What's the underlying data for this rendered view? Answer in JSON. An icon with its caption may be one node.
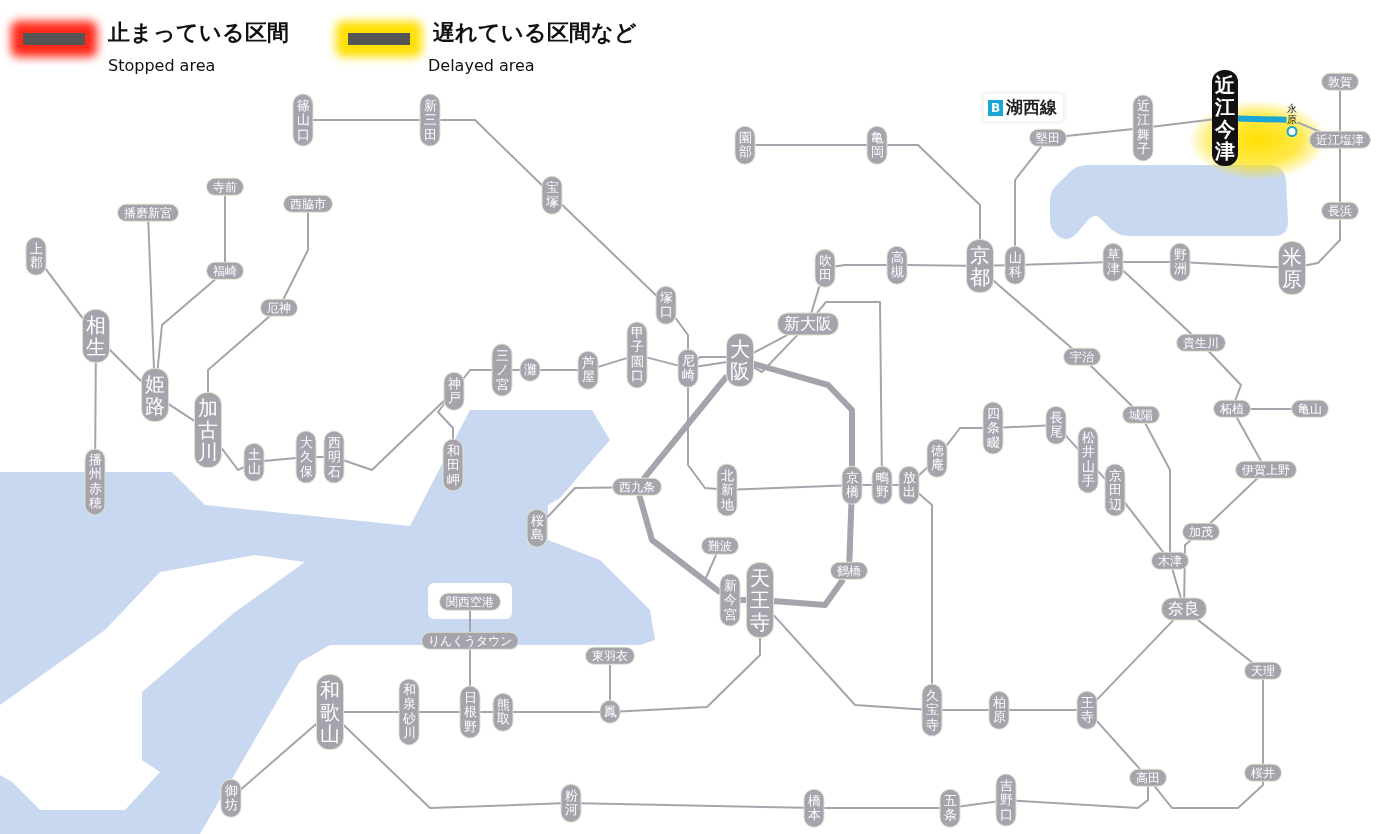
{
  "diagram": {
    "nodes": [
      {
        "text": [
          "篠山口"
        ]
      },
      {
        "text": [
          "新三田"
        ]
      },
      {
        "text": [
          "宝塚"
        ]
      },
      {
        "text": [
          "園部"
        ]
      },
      {
        "text": [
          "亀岡"
        ]
      },
      {
        "text": [
          "堅田"
        ]
      },
      {
        "text": [
          "近江舞子"
        ]
      },
      {
        "text": [
          "近江今津"
        ]
      },
      {
        "text": [
          "永原"
        ]
      },
      {
        "text": [
          "近江塩津"
        ]
      },
      {
        "text": [
          "敦賀"
        ]
      },
      {
        "text": [
          "長浜"
        ]
      },
      {
        "text": [
          "寺前"
        ]
      },
      {
        "text": [
          "播磨新宮"
        ]
      },
      {
        "text": [
          "西脇市"
        ]
      },
      {
        "text": [
          "上郡"
        ]
      },
      {
        "text": [
          "福崎"
        ]
      },
      {
        "text": [
          "吹田"
        ]
      },
      {
        "text": [
          "高槻"
        ]
      },
      {
        "text": [
          "京都"
        ]
      },
      {
        "text": [
          "山科"
        ]
      },
      {
        "text": [
          "草津"
        ]
      },
      {
        "text": [
          "野洲"
        ]
      },
      {
        "text": [
          "米原"
        ]
      },
      {
        "text": [
          "塚口"
        ]
      },
      {
        "text": [
          "厄神"
        ]
      },
      {
        "text": [
          "新大阪"
        ]
      },
      {
        "text": [
          "相生"
        ]
      },
      {
        "text": [
          "宇治"
        ]
      },
      {
        "text": [
          "貴生川"
        ]
      },
      {
        "text": [
          "三ノ宮"
        ]
      },
      {
        "text": [
          "灘"
        ]
      },
      {
        "text": [
          "芦屋"
        ]
      },
      {
        "text": [
          "甲子園口"
        ]
      },
      {
        "text": [
          "尼崎"
        ]
      },
      {
        "text": [
          "大阪"
        ]
      },
      {
        "text": [
          "神戸"
        ]
      },
      {
        "text": [
          "姫路"
        ]
      },
      {
        "text": [
          "加古川"
        ]
      },
      {
        "text": [
          "四条畷"
        ]
      },
      {
        "text": [
          "長尾"
        ]
      },
      {
        "text": [
          "城陽"
        ]
      },
      {
        "text": [
          "柘植"
        ]
      },
      {
        "text": [
          "亀山"
        ]
      },
      {
        "text": [
          "松井山手"
        ]
      },
      {
        "text": [
          "徳庵"
        ]
      },
      {
        "text": [
          "京田辺"
        ]
      },
      {
        "text": [
          "播州赤穂"
        ]
      },
      {
        "text": [
          "和田岬"
        ]
      },
      {
        "text": [
          "土山"
        ]
      },
      {
        "text": [
          "大久保"
        ]
      },
      {
        "text": [
          "西明石"
        ]
      },
      {
        "text": [
          "北新地"
        ]
      },
      {
        "text": [
          "京橋"
        ]
      },
      {
        "text": [
          "鴫野"
        ]
      },
      {
        "text": [
          "放出"
        ]
      },
      {
        "text": [
          "伊賀上野"
        ]
      },
      {
        "text": [
          "西九条"
        ]
      },
      {
        "text": [
          "桜島"
        ]
      },
      {
        "text": [
          "加茂"
        ]
      },
      {
        "text": [
          "難波"
        ]
      },
      {
        "text": [
          "木津"
        ]
      },
      {
        "text": [
          "鶴橋"
        ]
      },
      {
        "text": [
          "新今宮"
        ]
      },
      {
        "text": [
          "天王寺"
        ]
      },
      {
        "text": [
          "奈良"
        ]
      },
      {
        "text": [
          "関西空港"
        ]
      },
      {
        "text": [
          "りんくうタウン"
        ]
      },
      {
        "text": [
          "東羽衣"
        ]
      },
      {
        "text": [
          "天理"
        ]
      },
      {
        "text": [
          "和歌山"
        ]
      },
      {
        "text": [
          "和泉砂川"
        ]
      },
      {
        "text": [
          "日根野"
        ]
      },
      {
        "text": [
          "熊取"
        ]
      },
      {
        "text": [
          "鳳"
        ]
      },
      {
        "text": [
          "久宝寺"
        ]
      },
      {
        "text": [
          "柏原"
        ]
      },
      {
        "text": [
          "王寺"
        ]
      },
      {
        "text": [
          "高田"
        ]
      },
      {
        "text": [
          "桜井"
        ]
      },
      {
        "text": [
          "御坊"
        ]
      },
      {
        "text": [
          "粉河"
        ]
      },
      {
        "text": [
          "橋本"
        ]
      },
      {
        "text": [
          "五条"
        ]
      },
      {
        "text": [
          "吉野口"
        ]
      }
    ],
    "edges": [
      {
        "from": 0,
        "to": 1,
        "arrow": "none"
      },
      {
        "from": 1,
        "to": 2,
        "arrow": "none"
      },
      {
        "from": 2,
        "to": 24,
        "arrow": "none"
      },
      {
        "from": 24,
        "to": 34,
        "arrow": "none"
      },
      {
        "from": 3,
        "to": 4,
        "arrow": "none"
      },
      {
        "from": 4,
        "to": 19,
        "arrow": "none"
      },
      {
        "from": 5,
        "to": 20,
        "arrow": "none"
      },
      {
        "from": 5,
        "to": 6,
        "arrow": "none"
      },
      {
        "from": 6,
        "to": 7,
        "arrow": "none"
      },
      {
        "from": 7,
        "to": 8,
        "arrow": "none",
        "style": "thick",
        "color": "#1aa5d2"
      },
      {
        "from": 8,
        "to": 9,
        "arrow": "none"
      },
      {
        "from": 10,
        "to": 9,
        "arrow": "none"
      },
      {
        "from": 9,
        "to": 11,
        "arrow": "none"
      },
      {
        "from": 11,
        "to": 23,
        "arrow": "none"
      },
      {
        "from": 12,
        "to": 16,
        "arrow": "none"
      },
      {
        "from": 13,
        "to": 37,
        "arrow": "none"
      },
      {
        "from": 16,
        "to": 37,
        "arrow": "none"
      },
      {
        "from": 14,
        "to": 25,
        "arrow": "none"
      },
      {
        "from": 25,
        "to": 38,
        "arrow": "none"
      },
      {
        "from": 15,
        "to": 27,
        "arrow": "none"
      },
      {
        "from": 27,
        "to": 37,
        "arrow": "none"
      },
      {
        "from": 27,
        "to": 47,
        "arrow": "none"
      },
      {
        "from": 37,
        "to": 38,
        "arrow": "none"
      },
      {
        "from": 38,
        "to": 49,
        "arrow": "none"
      },
      {
        "from": 49,
        "to": 50,
        "arrow": "none"
      },
      {
        "from": 50,
        "to": 51,
        "arrow": "none"
      },
      {
        "from": 51,
        "to": 36,
        "arrow": "none"
      },
      {
        "from": 36,
        "to": 48,
        "arrow": "none"
      },
      {
        "from": 36,
        "to": 30,
        "arrow": "none"
      },
      {
        "from": 30,
        "to": 31,
        "arrow": "none"
      },
      {
        "from": 31,
        "to": 32,
        "arrow": "none"
      },
      {
        "from": 32,
        "to": 33,
        "arrow": "none"
      },
      {
        "from": 33,
        "to": 34,
        "arrow": "none"
      },
      {
        "from": 34,
        "to": 35,
        "arrow": "none"
      },
      {
        "from": 34,
        "to": 35,
        "arrow": "none"
      },
      {
        "from": 35,
        "to": 26,
        "arrow": "none"
      },
      {
        "from": 35,
        "to": 26,
        "arrow": "none"
      },
      {
        "from": 26,
        "to": 17,
        "arrow": "none"
      },
      {
        "from": 26,
        "to": 54,
        "arrow": "none"
      },
      {
        "from": 17,
        "to": 18,
        "arrow": "none"
      },
      {
        "from": 18,
        "to": 19,
        "arrow": "none"
      },
      {
        "from": 19,
        "to": 20,
        "arrow": "none"
      },
      {
        "from": 20,
        "to": 21,
        "arrow": "none"
      },
      {
        "from": 21,
        "to": 22,
        "arrow": "none"
      },
      {
        "from": 22,
        "to": 23,
        "arrow": "none"
      },
      {
        "from": 19,
        "to": 28,
        "arrow": "none"
      },
      {
        "from": 28,
        "to": 41,
        "arrow": "none"
      },
      {
        "from": 41,
        "to": 61,
        "arrow": "none"
      },
      {
        "from": 21,
        "to": 29,
        "arrow": "none"
      },
      {
        "from": 29,
        "to": 42,
        "arrow": "none"
      },
      {
        "from": 42,
        "to": 43,
        "arrow": "none"
      },
      {
        "from": 42,
        "to": 56,
        "arrow": "none"
      },
      {
        "from": 56,
        "to": 59,
        "arrow": "none"
      },
      {
        "from": 59,
        "to": 65,
        "arrow": "none"
      },
      {
        "from": 46,
        "to": 61,
        "arrow": "none"
      },
      {
        "from": 61,
        "to": 65,
        "arrow": "none"
      },
      {
        "from": 34,
        "to": 52,
        "arrow": "none"
      },
      {
        "from": 52,
        "to": 53,
        "arrow": "none"
      },
      {
        "from": 53,
        "to": 54,
        "arrow": "none"
      },
      {
        "from": 54,
        "to": 55,
        "arrow": "none"
      },
      {
        "from": 55,
        "to": 45,
        "arrow": "none"
      },
      {
        "from": 45,
        "to": 39,
        "arrow": "none"
      },
      {
        "from": 39,
        "to": 40,
        "arrow": "none"
      },
      {
        "from": 40,
        "to": 44,
        "arrow": "none"
      },
      {
        "from": 44,
        "to": 46,
        "arrow": "none"
      },
      {
        "from": 55,
        "to": 75,
        "arrow": "none"
      },
      {
        "from": 35,
        "to": 53,
        "arrow": "none",
        "style": "thick"
      },
      {
        "from": 53,
        "to": 62,
        "arrow": "none",
        "style": "thick"
      },
      {
        "from": 62,
        "to": 64,
        "arrow": "none",
        "style": "thick"
      },
      {
        "from": 64,
        "to": 63,
        "arrow": "none",
        "style": "thick"
      },
      {
        "from": 63,
        "to": 57,
        "arrow": "none",
        "style": "thick"
      },
      {
        "from": 57,
        "to": 35,
        "arrow": "none",
        "style": "thick"
      },
      {
        "from": 57,
        "to": 58,
        "arrow": "none"
      },
      {
        "from": 60,
        "to": 63,
        "arrow": "none"
      },
      {
        "from": 64,
        "to": 74,
        "arrow": "none"
      },
      {
        "from": 74,
        "to": 73,
        "arrow": "none"
      },
      {
        "from": 73,
        "to": 72,
        "arrow": "none"
      },
      {
        "from": 72,
        "to": 71,
        "arrow": "none"
      },
      {
        "from": 71,
        "to": 70,
        "arrow": "none"
      },
      {
        "from": 68,
        "to": 74,
        "arrow": "none"
      },
      {
        "from": 66,
        "to": 67,
        "arrow": "none"
      },
      {
        "from": 67,
        "to": 72,
        "arrow": "none"
      },
      {
        "from": 64,
        "to": 75,
        "arrow": "none"
      },
      {
        "from": 75,
        "to": 76,
        "arrow": "none"
      },
      {
        "from": 76,
        "to": 77,
        "arrow": "none"
      },
      {
        "from": 77,
        "to": 65,
        "arrow": "none"
      },
      {
        "from": 65,
        "to": 69,
        "arrow": "none"
      },
      {
        "from": 69,
        "to": 79,
        "arrow": "none"
      },
      {
        "from": 79,
        "to": 78,
        "arrow": "none"
      },
      {
        "from": 77,
        "to": 78,
        "arrow": "none"
      },
      {
        "from": 78,
        "to": 84,
        "arrow": "none"
      },
      {
        "from": 84,
        "to": 83,
        "arrow": "none"
      },
      {
        "from": 83,
        "to": 82,
        "arrow": "none"
      },
      {
        "from": 82,
        "to": 81,
        "arrow": "none"
      },
      {
        "from": 81,
        "to": 70,
        "arrow": "none"
      },
      {
        "from": 70,
        "to": 80,
        "arrow": "none"
      }
    ],
    "labels": [
      "Stopped area",
      "Delayed area",
      "B",
      "湖西線"
    ],
    "legend": [
      {
        "text": "止まっている区間",
        "color": "#ff2a1a"
      },
      {
        "text": "遅れている区間など",
        "color": "#ffe000"
      }
    ]
  }
}
